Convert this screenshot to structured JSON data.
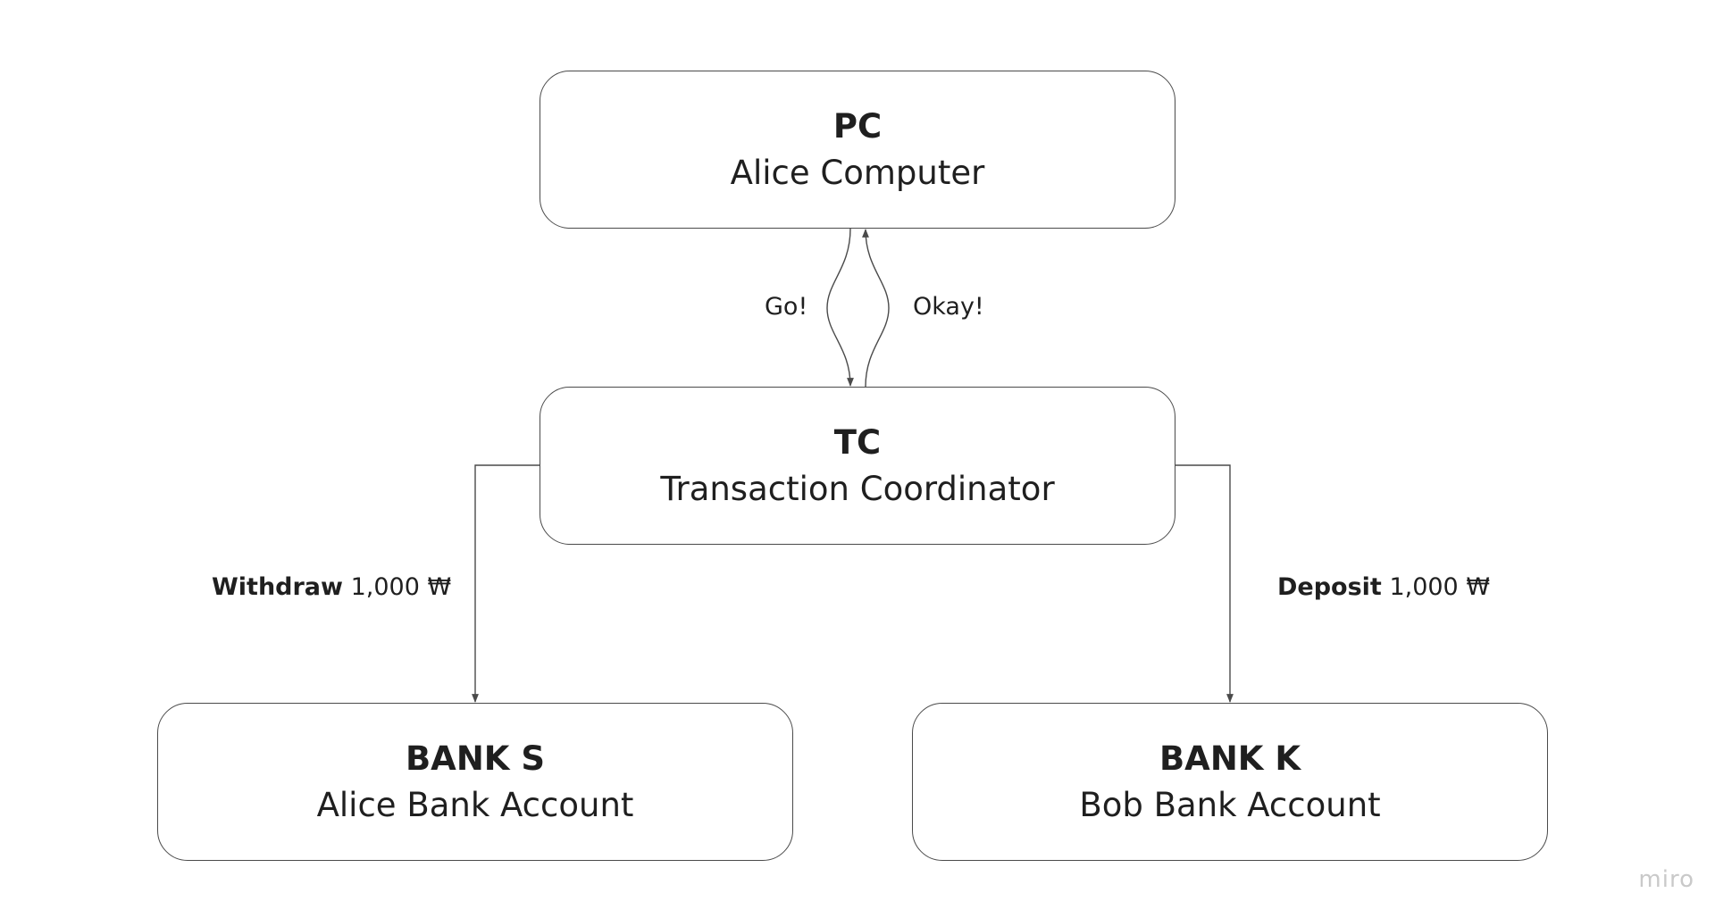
{
  "nodes": {
    "pc": {
      "title": "PC",
      "subtitle": "Alice Computer"
    },
    "tc": {
      "title": "TC",
      "subtitle": "Transaction Coordinator"
    },
    "bank_s": {
      "title": "BANK S",
      "subtitle": "Alice Bank Account"
    },
    "bank_k": {
      "title": "BANK K",
      "subtitle": "Bob Bank Account"
    }
  },
  "edges": {
    "go": {
      "label": "Go!",
      "from": "PC",
      "to": "TC"
    },
    "okay": {
      "label": "Okay!",
      "from": "TC",
      "to": "PC"
    },
    "withdraw": {
      "action": "Withdraw",
      "amount": "1,000 ₩",
      "from": "TC",
      "to": "BANK S"
    },
    "deposit": {
      "action": "Deposit",
      "amount": "1,000 ₩",
      "from": "TC",
      "to": "BANK K"
    }
  },
  "watermark": "miro",
  "colors": {
    "stroke": "#4a4a4a",
    "text": "#1f1f1f",
    "watermark": "#c9c9c9"
  }
}
